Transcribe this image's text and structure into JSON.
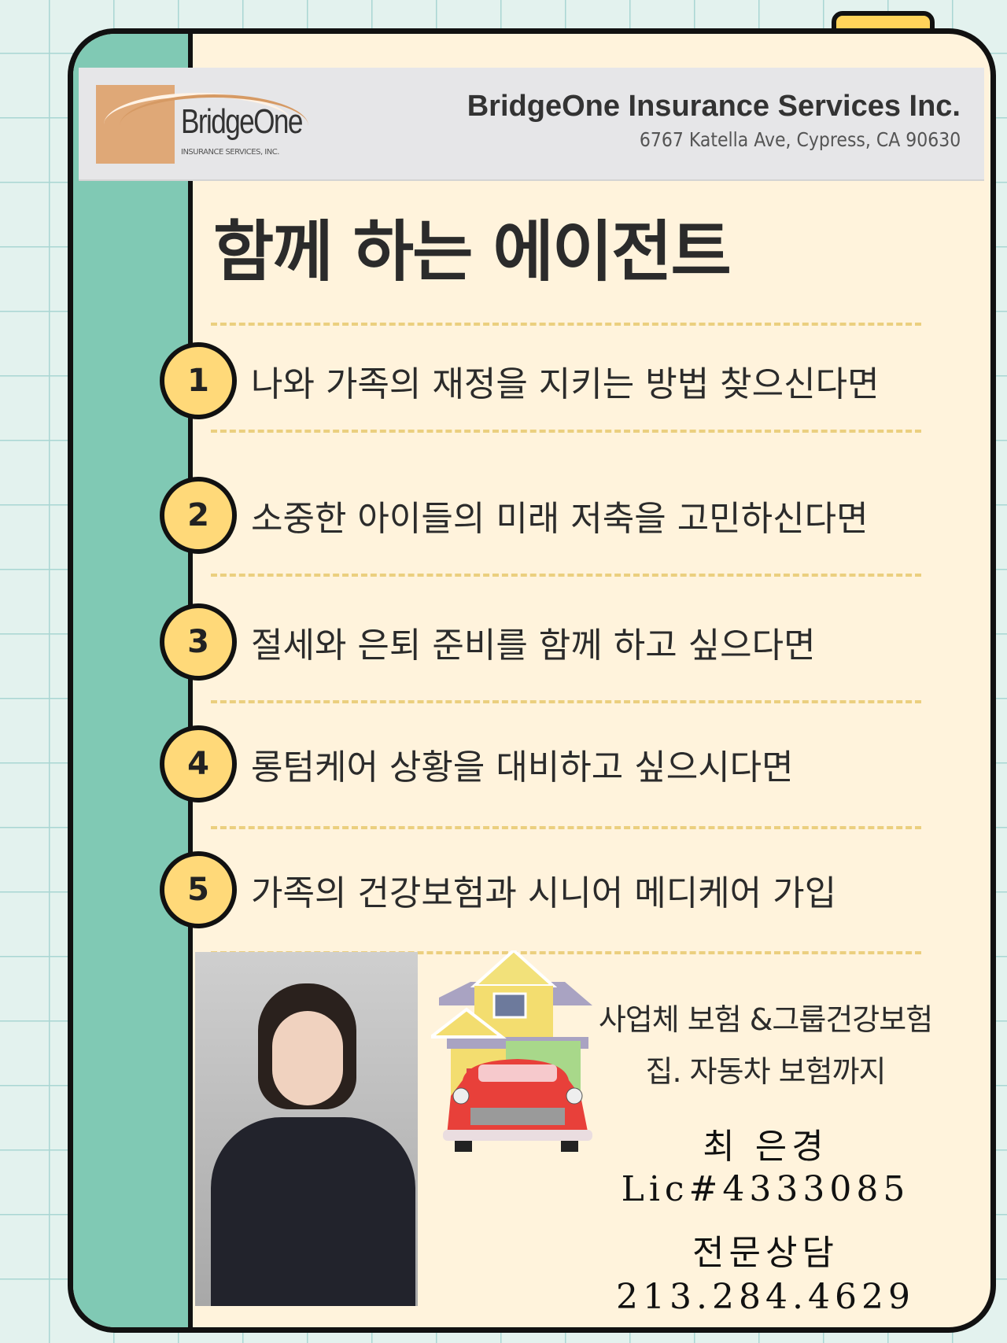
{
  "header": {
    "logo_name": "BridgeOne",
    "logo_sub": "INSURANCE SERVICES, INC.",
    "company": "BridgeOne Insurance Services Inc.",
    "address": "6767 Katella Ave, Cypress, CA 90630"
  },
  "title": "함께 하는 에이전트",
  "items": [
    {
      "num": "1",
      "text": "나와 가족의 재정을  지키는 방법 찾으신다면"
    },
    {
      "num": "2",
      "text": "소중한 아이들의 미래 저축을 고민하신다면"
    },
    {
      "num": "3",
      "text": "절세와 은퇴 준비를 함께 하고 싶으다면"
    },
    {
      "num": "4",
      "text": "롱텀케어 상황을 대비하고 싶으시다면"
    },
    {
      "num": "5",
      "text": "가족의 건강보험과 시니어 메디케어 가입"
    }
  ],
  "services": [
    "사업체 보험 &그룹건강보험",
    "집. 자동차 보험까지"
  ],
  "agent": {
    "name": "최 은경",
    "license": "Lic#4333085",
    "consult": "전문상담",
    "phone": "213.284.4629"
  }
}
